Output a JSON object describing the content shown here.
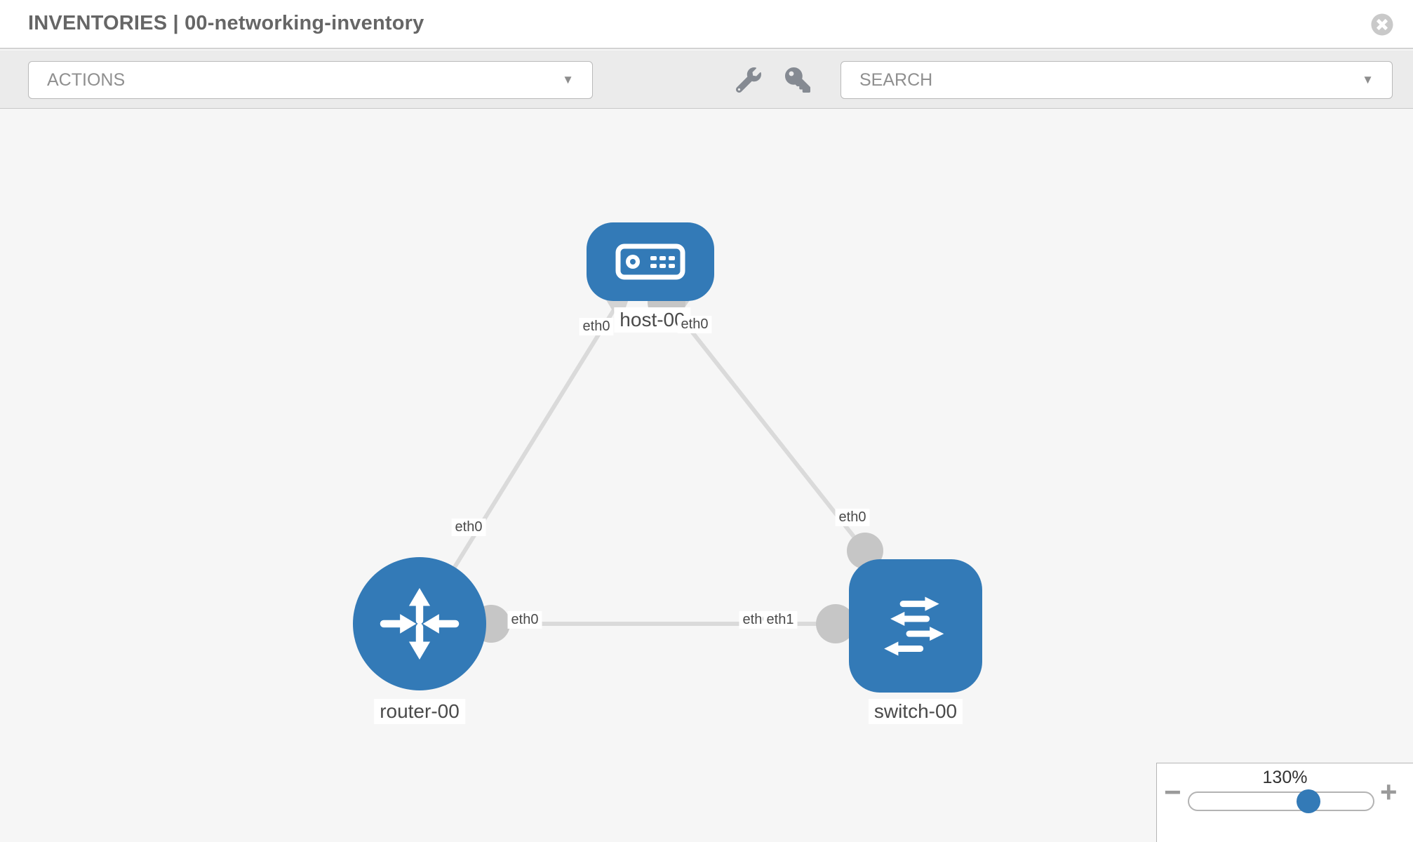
{
  "window": {
    "title": "INVENTORIES | 00-networking-inventory"
  },
  "toolbar": {
    "actions_label": "ACTIONS",
    "search_label": "SEARCH",
    "caret": "▼",
    "icons": [
      "wrench",
      "key"
    ]
  },
  "topology": {
    "nodes": [
      {
        "label": "host-00",
        "type": "host"
      },
      {
        "label": "router-00",
        "type": "router"
      },
      {
        "label": "switch-00",
        "type": "switch"
      }
    ],
    "links": [
      {
        "from": "host-00",
        "from_if": "eth0",
        "to": "router-00",
        "to_if": "eth0"
      },
      {
        "from": "host-00",
        "from_if": "eth0",
        "to": "switch-00",
        "to_if": "eth0"
      },
      {
        "from": "router-00",
        "from_if": "eth0",
        "to": "switch-00",
        "to_if": "eth1",
        "to_if_overlapped": "eth0"
      }
    ]
  },
  "zoom_control": {
    "level": "130%",
    "minus": "−",
    "plus": "+"
  },
  "colors": {
    "node_blue": "#337ab7",
    "link_gray": "#dadada",
    "connector_gray": "#c6c6c6",
    "toolbar_bg": "#ebebeb",
    "canvas_bg": "#f6f6f6",
    "header_bg": "#ffffff"
  }
}
